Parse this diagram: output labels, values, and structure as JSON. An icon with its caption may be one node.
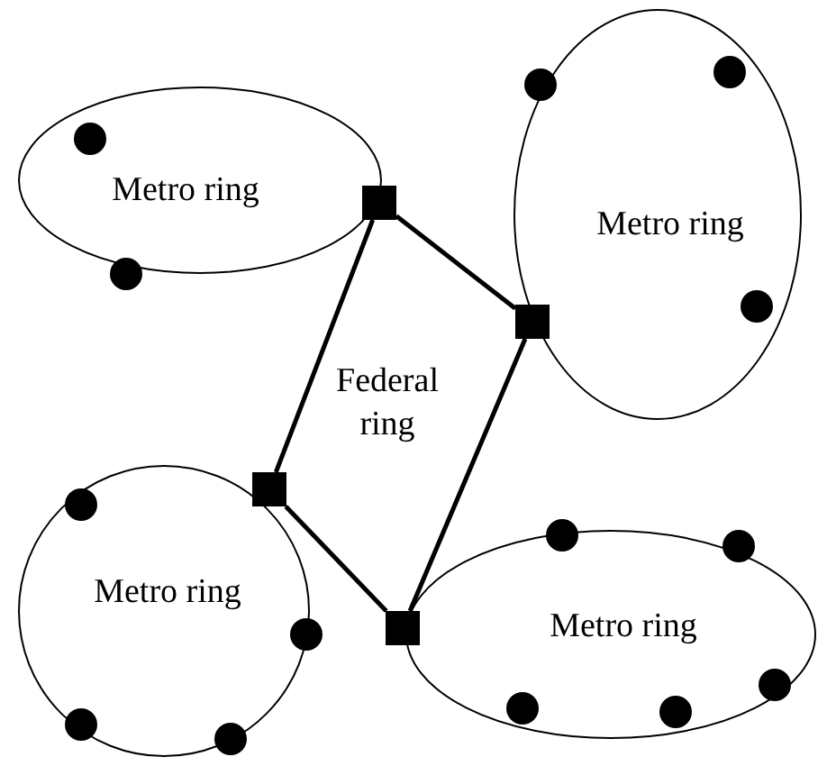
{
  "diagram": {
    "nodes": [
      {
        "text": [
          "Metro ring"
        ]
      },
      {
        "text": [
          "Metro ring"
        ]
      },
      {
        "text": [
          "Metro ring"
        ]
      },
      {
        "text": [
          "Metro ring"
        ]
      },
      {
        "text": [],
        "shape": "box"
      },
      {
        "text": [],
        "shape": "box"
      },
      {
        "text": [],
        "shape": "box"
      },
      {
        "text": [],
        "shape": "box"
      }
    ],
    "edges": [
      {
        "from": 4,
        "to": 5,
        "arrow": "none"
      },
      {
        "from": 5,
        "to": 7,
        "arrow": "none"
      },
      {
        "from": 7,
        "to": 6,
        "arrow": "none"
      },
      {
        "from": 6,
        "to": 4,
        "arrow": "none"
      }
    ],
    "labels": [
      "Federal ring"
    ]
  }
}
